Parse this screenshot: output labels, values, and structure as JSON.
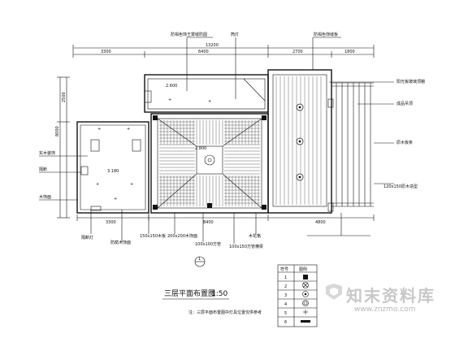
{
  "dimensions": {
    "top_total": "13200",
    "top_segments": [
      "3300",
      "6400",
      "2700",
      "1800"
    ],
    "bottom_segments": [
      "3300",
      "8400",
      "4800"
    ],
    "left_segments": [
      "2500",
      "8000"
    ]
  },
  "callouts_top": [
    "防褐色饰王霄缝防圆",
    "筒灯",
    "防褐色饰缝板"
  ],
  "callouts_right": [
    "阳光板玻璃顶棚",
    "成品吊顶",
    "原木板条",
    "120x150原木造型"
  ],
  "callouts_left": [
    "实木装饰",
    "隔断",
    "木饰面"
  ],
  "callouts_bottom": [
    "隔断灯",
    "防腐木饰面",
    "150x150木板",
    "200x200木饰面",
    "100x100方管",
    "100x150方管横梁",
    "木花格"
  ],
  "room_labels": {
    "height_upper": "2.600",
    "height_center": "2.800",
    "height_left": "3.180"
  },
  "title": "三层平面布置图",
  "scale": "1:50",
  "note": "注：三层平面布置图中灯具位置仅供参考",
  "section_mark": "1",
  "legend": {
    "header": [
      "符号",
      "图例"
    ],
    "rows": [
      "1",
      "2",
      "3",
      "4",
      "5",
      "6"
    ]
  },
  "watermark": {
    "brand": "知末资料库",
    "url": "www.znzmo.com"
  }
}
